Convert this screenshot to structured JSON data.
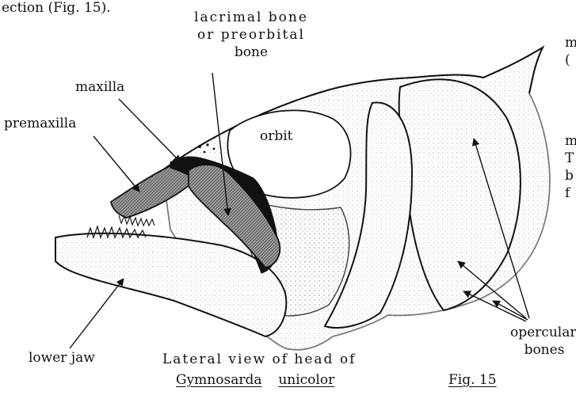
{
  "top_fragment": "ection (Fig. 15).",
  "labels": {
    "lacrimal_line1": "lacrimal bone",
    "lacrimal_line2": "or preorbital",
    "lacrimal_line3": "bone",
    "maxilla": "maxilla",
    "premaxilla": "premaxilla",
    "orbit": "orbit",
    "lower_jaw": "lower jaw",
    "opercular_line1": "opercular",
    "opercular_line2": "bones"
  },
  "caption": {
    "line1": "Lateral view of head of",
    "genus": "Gymnosarda",
    "species": "unicolor",
    "figure": "Fig. 15"
  },
  "right_margin_fragments": [
    "m",
    "(",
    "m",
    "T",
    "b",
    "f"
  ],
  "colors": {
    "ink": "#111111",
    "shade": "#8c8c8c",
    "dark": "#111111"
  }
}
